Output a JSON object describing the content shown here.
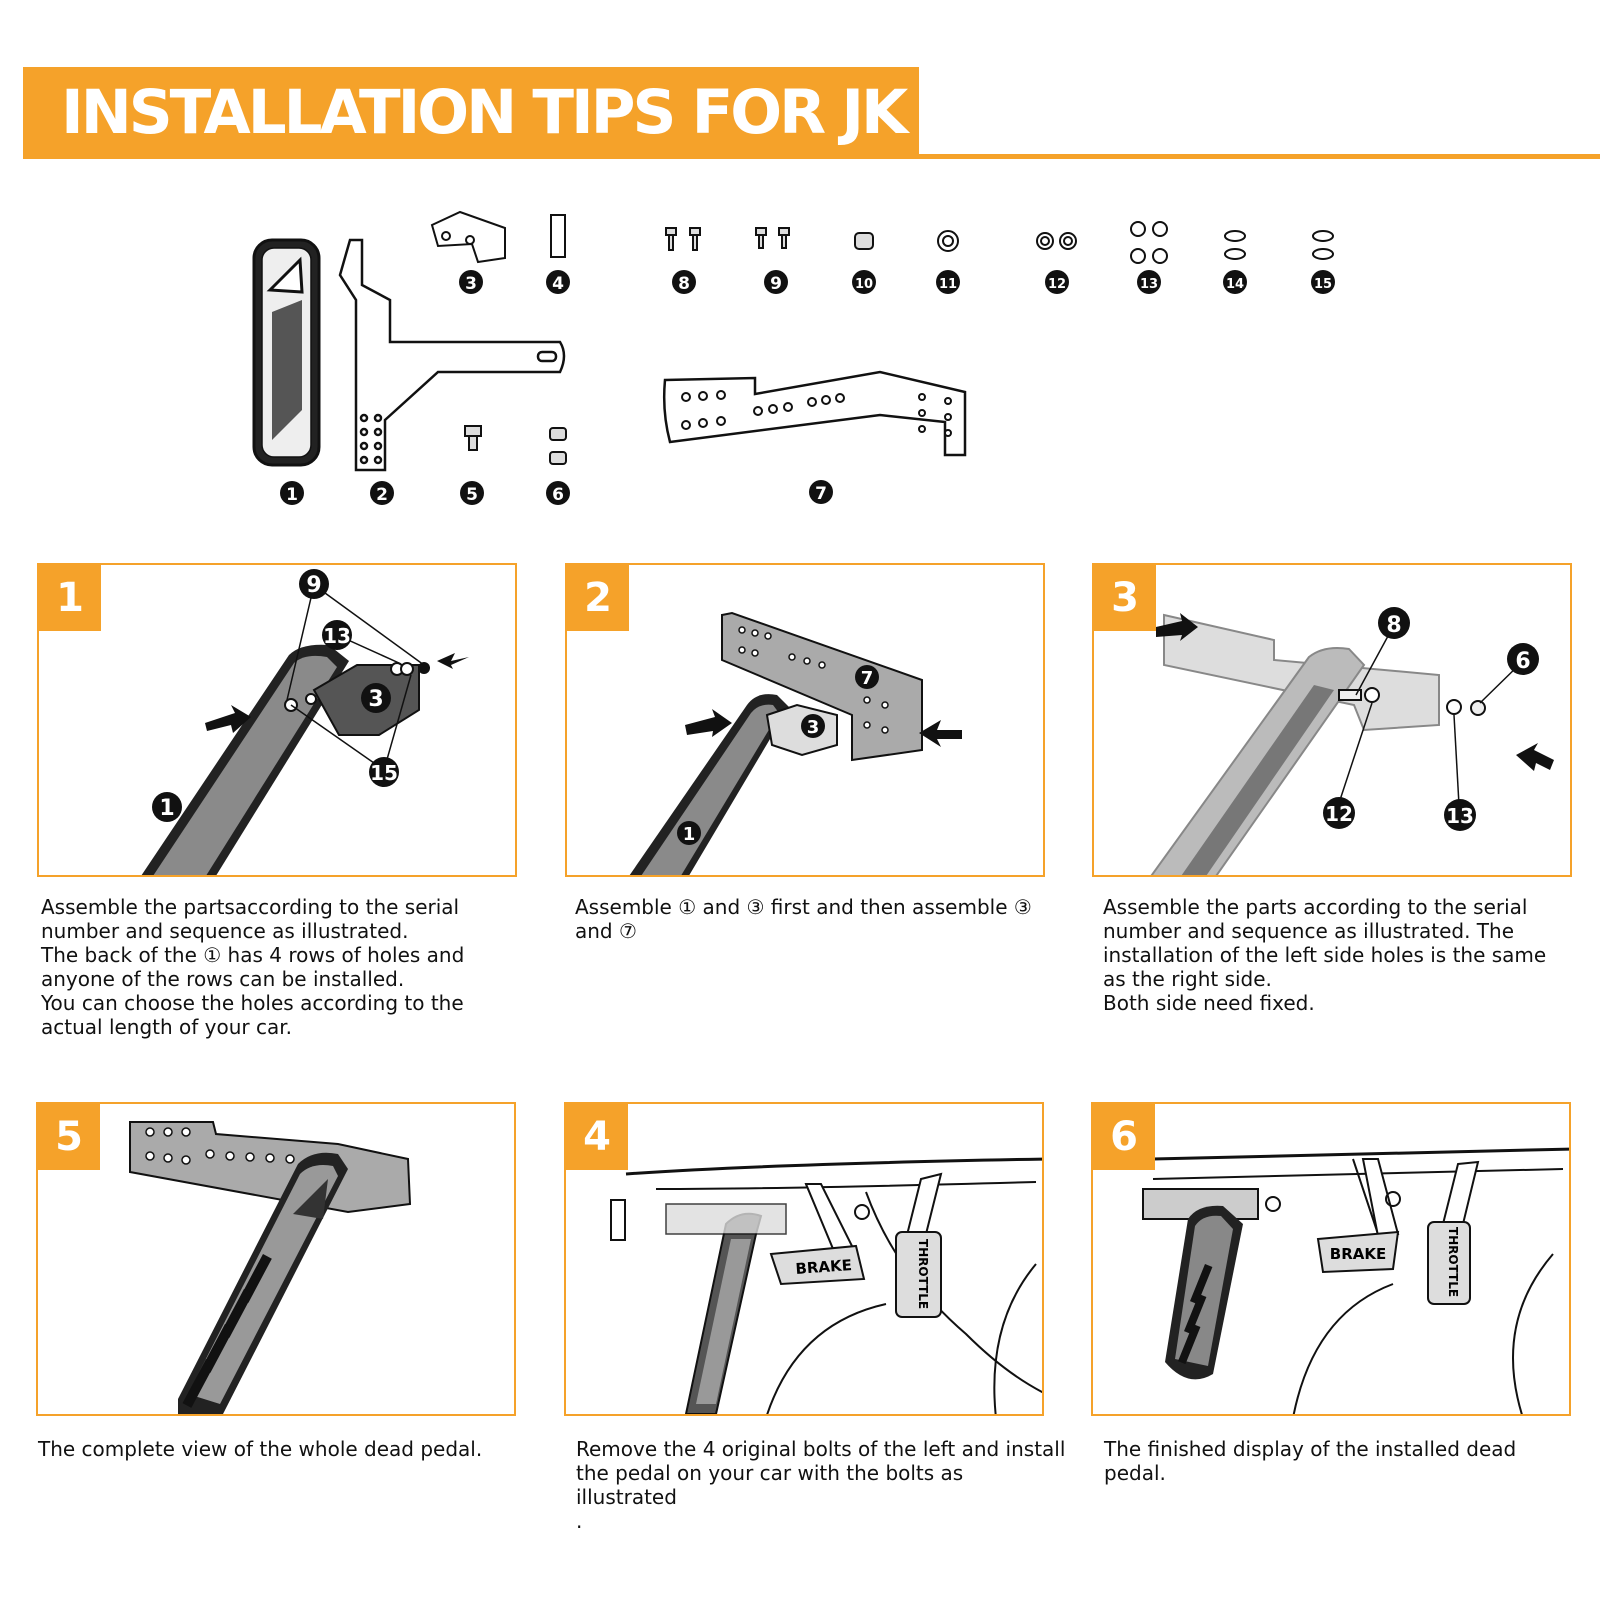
{
  "header": {
    "title": "INSTALLATION TIPS FOR JK"
  },
  "parts": {
    "labels": [
      "1",
      "2",
      "3",
      "4",
      "5",
      "6",
      "7",
      "8",
      "9",
      "10",
      "11",
      "12",
      "13",
      "14",
      "15"
    ]
  },
  "steps": [
    {
      "badge": "1",
      "callouts": [
        "9",
        "13",
        "3",
        "15",
        "1"
      ],
      "caption": "Assemble the partsaccording to the serial\nnumber and sequence as illustrated.\nThe back of the ① has 4 rows of holes and\nanyone of the rows can be installed.\nYou can choose the holes according to the\nactual length of your car."
    },
    {
      "badge": "2",
      "callouts": [
        "7",
        "3",
        "1"
      ],
      "caption": "Assemble ① and ③ first and then assemble ③\nand ⑦"
    },
    {
      "badge": "3",
      "callouts": [
        "8",
        "6",
        "12",
        "13"
      ],
      "caption": "Assemble the parts according to the serial\nnumber and sequence as illustrated. The\ninstallation of the left side holes is the same\nas the right side.\nBoth side need fixed."
    },
    {
      "badge": "5",
      "caption": "The complete view of the whole dead pedal."
    },
    {
      "badge": "4",
      "pedal_labels": {
        "brake": "BRAKE",
        "throttle": "THROTTLE"
      },
      "caption": "Remove the 4 original bolts of the left and install\nthe pedal on your car with the bolts as illustrated\n."
    },
    {
      "badge": "6",
      "pedal_labels": {
        "brake": "BRAKE",
        "throttle": "THROTTLE"
      },
      "caption": "The finished display of the installed dead\npedal."
    }
  ],
  "colors": {
    "accent": "#f5a22a",
    "ink": "#111111",
    "metal": "#b9b9b9"
  }
}
